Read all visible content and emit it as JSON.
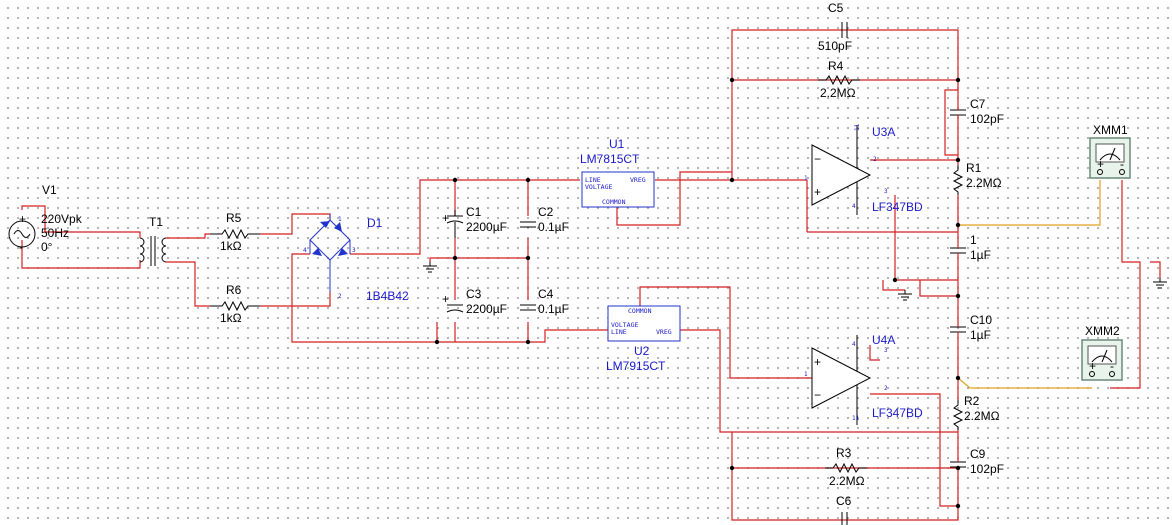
{
  "components": {
    "v1": {
      "ref": "V1",
      "value": "220Vpk",
      "freq": "50Hz",
      "phase": "0°"
    },
    "t1": {
      "ref": "T1"
    },
    "r5": {
      "ref": "R5",
      "value": "1kΩ"
    },
    "r6": {
      "ref": "R6",
      "value": "1kΩ"
    },
    "d1": {
      "ref": "D1",
      "part": "1B4B42"
    },
    "c1": {
      "ref": "C1",
      "value": "2200µF"
    },
    "c2": {
      "ref": "C2",
      "value": "0.1µF"
    },
    "c3": {
      "ref": "C3",
      "value": "2200µF"
    },
    "c4": {
      "ref": "C4",
      "value": "0.1µF"
    },
    "u1": {
      "ref": "U1",
      "part": "LM7815CT",
      "line": "LINE",
      "voltage": "VOLTAGE",
      "vreg": "VREG",
      "common": "COMMON"
    },
    "u2": {
      "ref": "U2",
      "part": "LM7915CT",
      "line": "LINE",
      "voltage": "VOLTAGE",
      "vreg": "VREG",
      "common": "COMMON"
    },
    "c5": {
      "ref": "C5",
      "value": "510pF"
    },
    "r4": {
      "ref": "R4",
      "value": "2.2MΩ"
    },
    "c7": {
      "ref": "C7",
      "value": "102pF"
    },
    "u3a": {
      "ref": "U3A",
      "part": "LF347BD"
    },
    "r1": {
      "ref": "R1",
      "value": "2.2MΩ"
    },
    "c8": {
      "ref": "1",
      "value": "1µF"
    },
    "c10": {
      "ref": "C10",
      "value": "1µF"
    },
    "u4a": {
      "ref": "U4A",
      "part": "LF347BD"
    },
    "r2": {
      "ref": "R2",
      "value": "2.2MΩ"
    },
    "c9": {
      "ref": "C9",
      "value": "102pF"
    },
    "r3": {
      "ref": "R3",
      "value": "2.2MΩ"
    },
    "c6": {
      "ref": "C6"
    },
    "xmm1": {
      "ref": "XMM1",
      "plus": "+",
      "minus": "-"
    },
    "xmm2": {
      "ref": "XMM2",
      "plus": "+",
      "minus": "-"
    }
  },
  "pins": {
    "d1": [
      "1",
      "2",
      "3",
      "4"
    ],
    "u3a": {
      "p1": "1",
      "p2": "2",
      "p3": "3",
      "p4": "4",
      "p11": "11"
    },
    "u4a": {
      "p1": "1",
      "p2": "2",
      "p3": "3",
      "p4": "4",
      "p11": "11"
    }
  },
  "colors": {
    "wire": "#d42020",
    "meter_wire": "#e0a020",
    "part": "#000000",
    "ref_label": "#1a1acc"
  }
}
